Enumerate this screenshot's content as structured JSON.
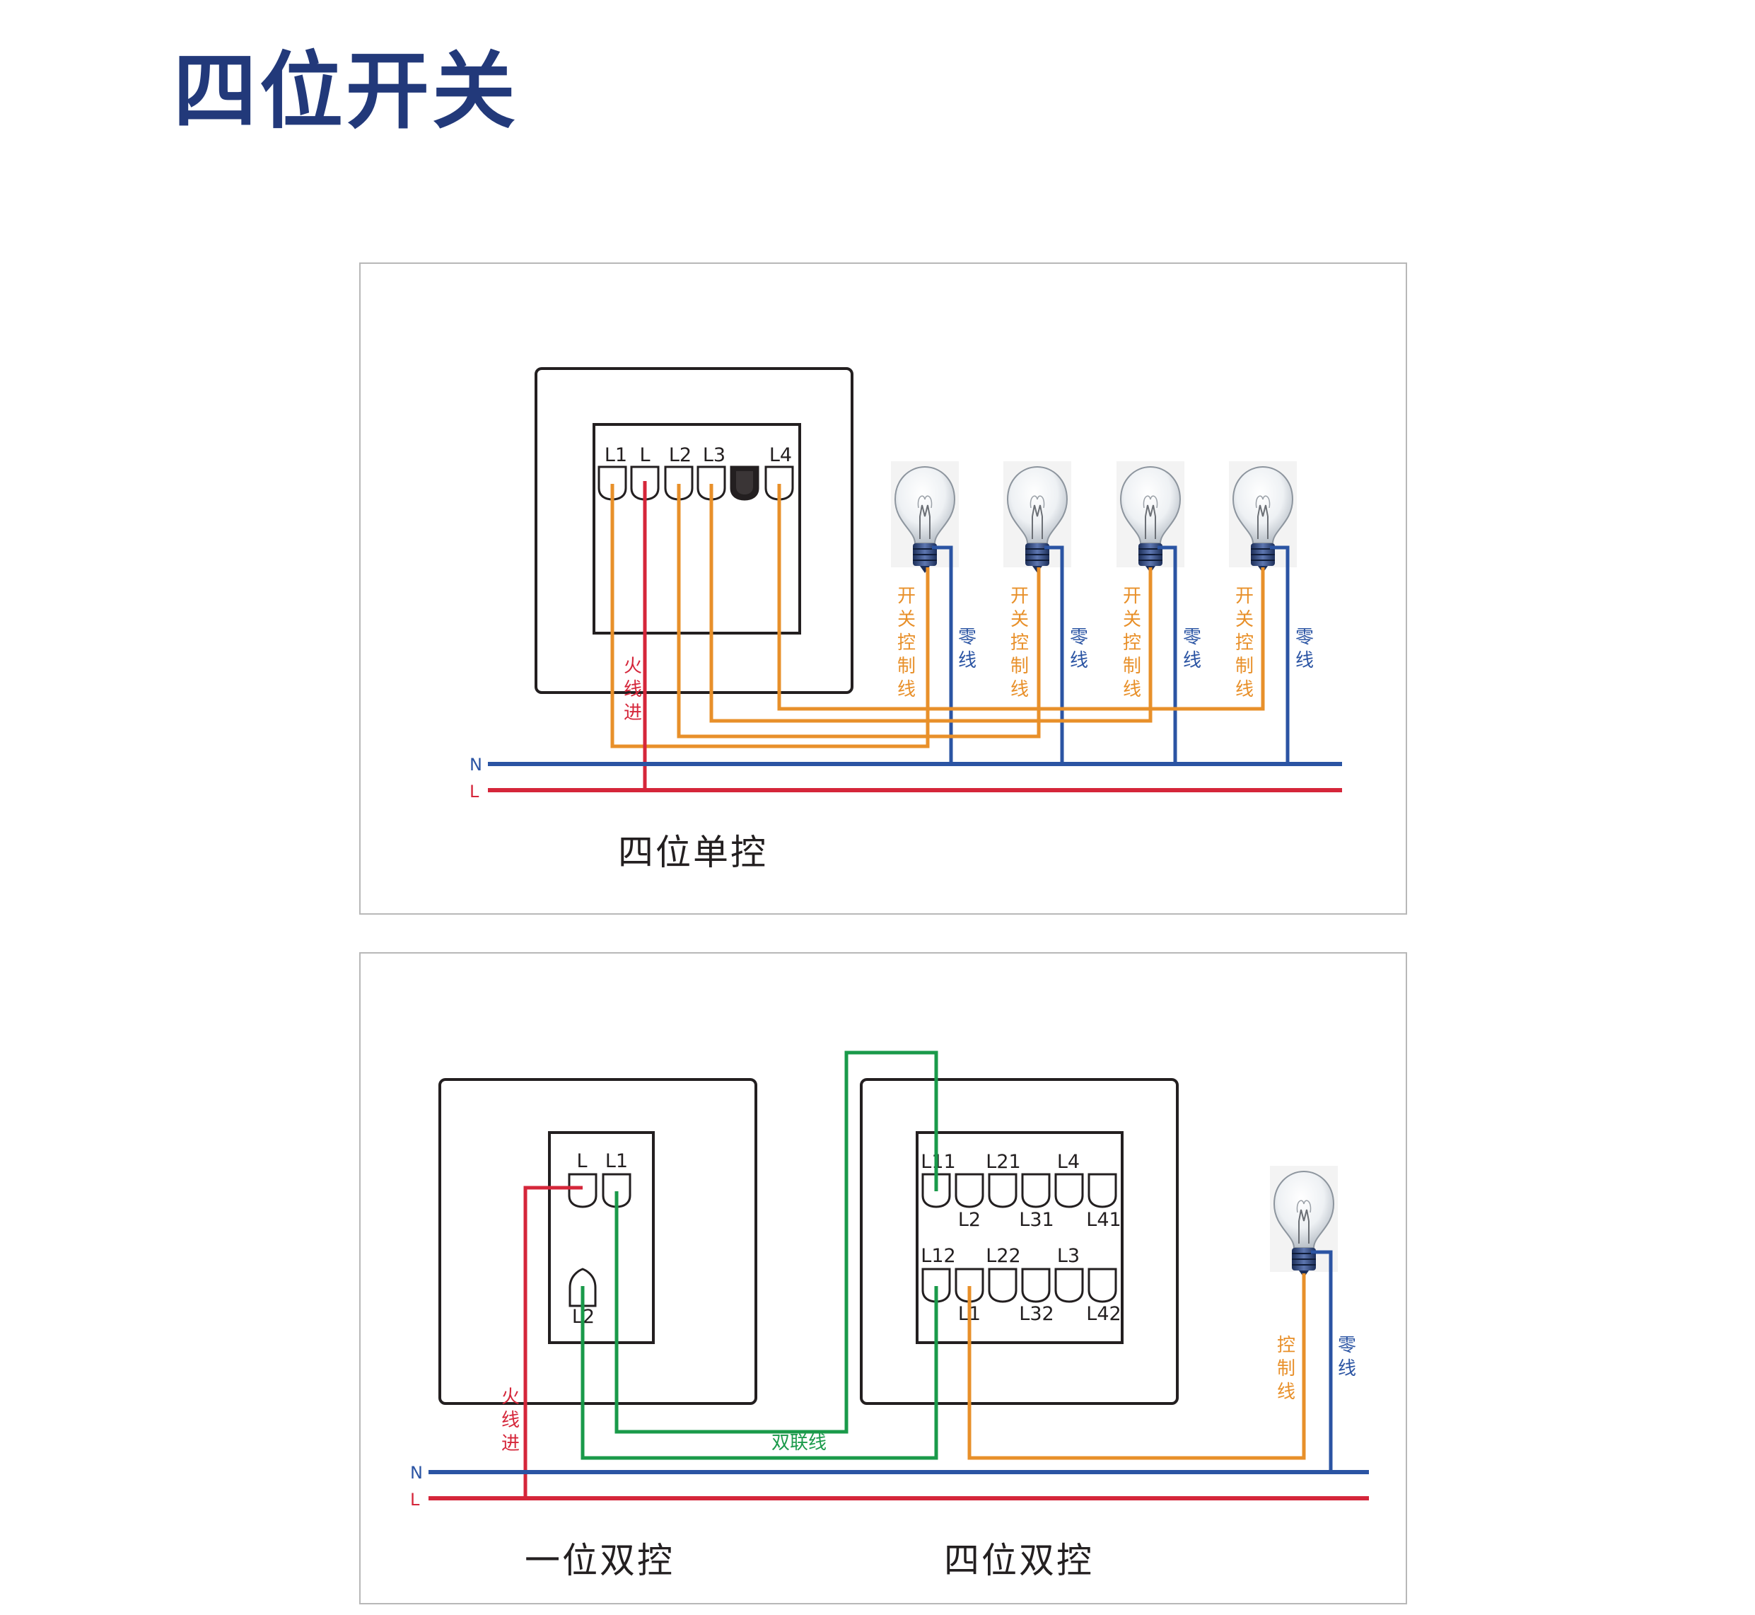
{
  "page": {
    "title": "四位开关"
  },
  "colors": {
    "title": "#22397a",
    "live": "#d5263a",
    "neutral": "#2b54a3",
    "control": "#e8902a",
    "traveler": "#1a9a4a",
    "frame": "#231f20"
  },
  "panel1": {
    "caption": "四位单控",
    "terminals": [
      "L1",
      "L",
      "L2",
      "L3",
      "L4"
    ],
    "live_in_label": [
      "火",
      "线",
      "进"
    ],
    "control_label": [
      "开",
      "关",
      "控",
      "制",
      "线"
    ],
    "neutral_label": [
      "零",
      "线"
    ],
    "bus": {
      "n": "N",
      "l": "L"
    },
    "lamp_count": 4,
    "icons": [
      "bulb-icon"
    ]
  },
  "panel2": {
    "left_caption": "一位双控",
    "right_caption": "四位双控",
    "one_gang_terminals": {
      "l": "L",
      "l1": "L1",
      "l2": "L2"
    },
    "four_gang_top_upper": [
      "L11",
      "L21",
      "L4"
    ],
    "four_gang_top_lower": [
      "L2",
      "L31",
      "L41"
    ],
    "four_gang_bottom_upper": [
      "L12",
      "L22",
      "L3"
    ],
    "four_gang_bottom_lower": [
      "L1",
      "L32",
      "L42"
    ],
    "live_in_label": [
      "火",
      "线",
      "进"
    ],
    "traveler_label": "双联线",
    "control_label": [
      "控",
      "制",
      "线"
    ],
    "neutral_label": [
      "零",
      "线"
    ],
    "bus": {
      "n": "N",
      "l": "L"
    },
    "icons": [
      "bulb-icon"
    ]
  }
}
